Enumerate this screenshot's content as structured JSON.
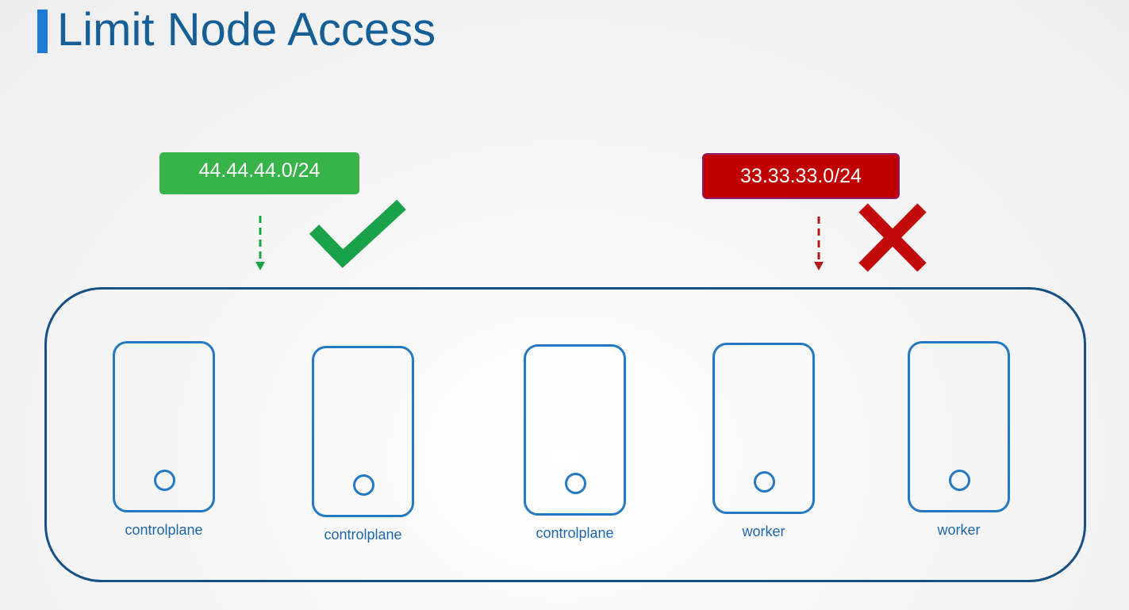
{
  "slide": {
    "title": "Limit Node Access"
  },
  "cidrs": {
    "allowed": {
      "text": "44.44.44.0/24",
      "color": "#37b34a",
      "icon": "check-mark-icon"
    },
    "denied": {
      "text": "33.33.33.0/24",
      "color": "#c00000",
      "icon": "cross-mark-icon"
    }
  },
  "nodes": [
    {
      "label": "controlplane",
      "icon": "server-icon"
    },
    {
      "label": "controlplane",
      "icon": "server-icon"
    },
    {
      "label": "controlplane",
      "icon": "server-icon"
    },
    {
      "label": "worker",
      "icon": "server-icon"
    },
    {
      "label": "worker",
      "icon": "server-icon"
    }
  ],
  "colors": {
    "title": "#155e96",
    "accent": "#1f7bd1",
    "cluster_border": "#184f84",
    "node_border": "#2479c2"
  }
}
